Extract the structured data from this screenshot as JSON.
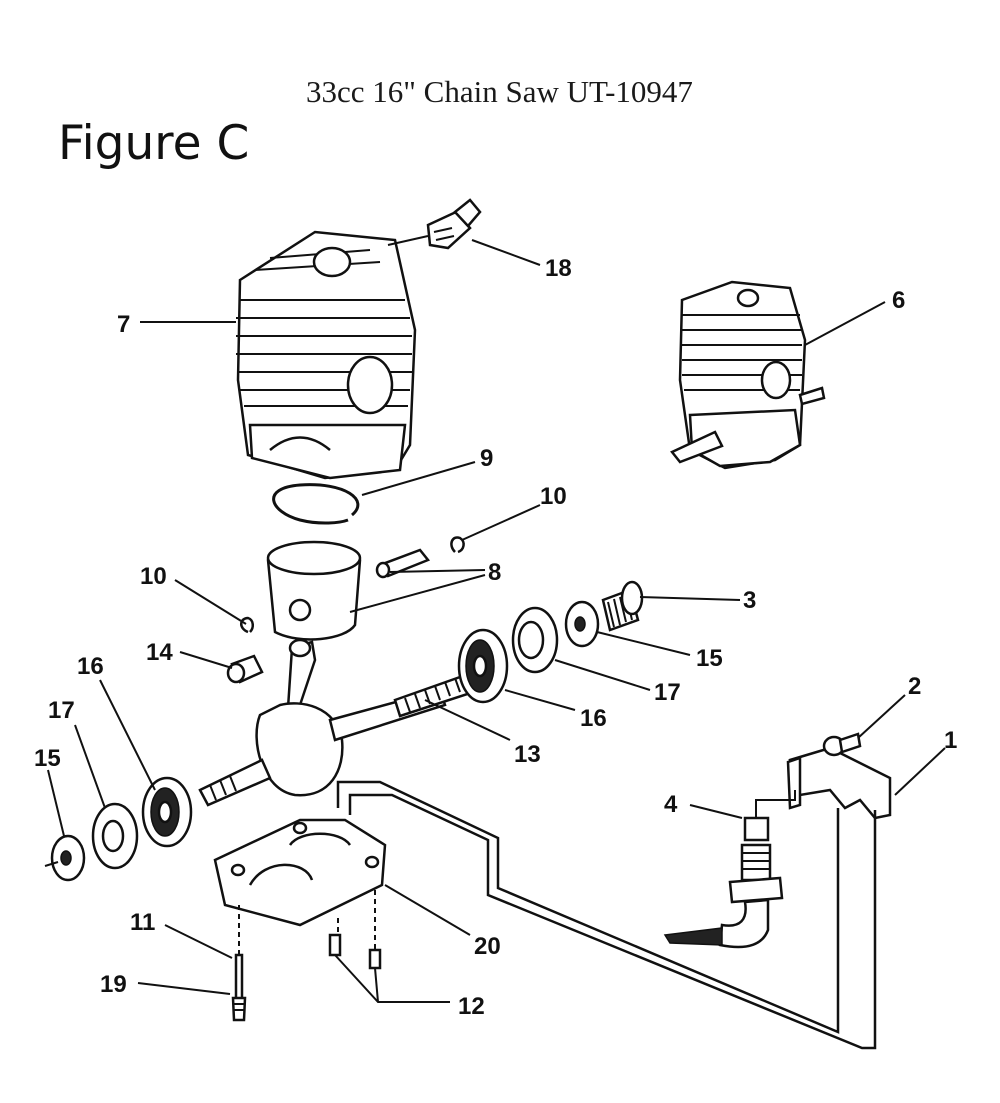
{
  "header": {
    "subtitle": "33cc 16\" Chain Saw UT-10947",
    "title": "Figure C"
  },
  "callouts": {
    "c1": "1",
    "c2": "2",
    "c3": "3",
    "c4": "4",
    "c6": "6",
    "c7": "7",
    "c8": "8",
    "c9": "9",
    "c10a": "10",
    "c10b": "10",
    "c11": "11",
    "c12": "12",
    "c13": "13",
    "c14": "14",
    "c15a": "15",
    "c15b": "15",
    "c16a": "16",
    "c16b": "16",
    "c17a": "17",
    "c17b": "17",
    "c18": "18",
    "c19": "19",
    "c20": "20"
  },
  "colors": {
    "ink": "#111111",
    "background": "#ffffff"
  }
}
